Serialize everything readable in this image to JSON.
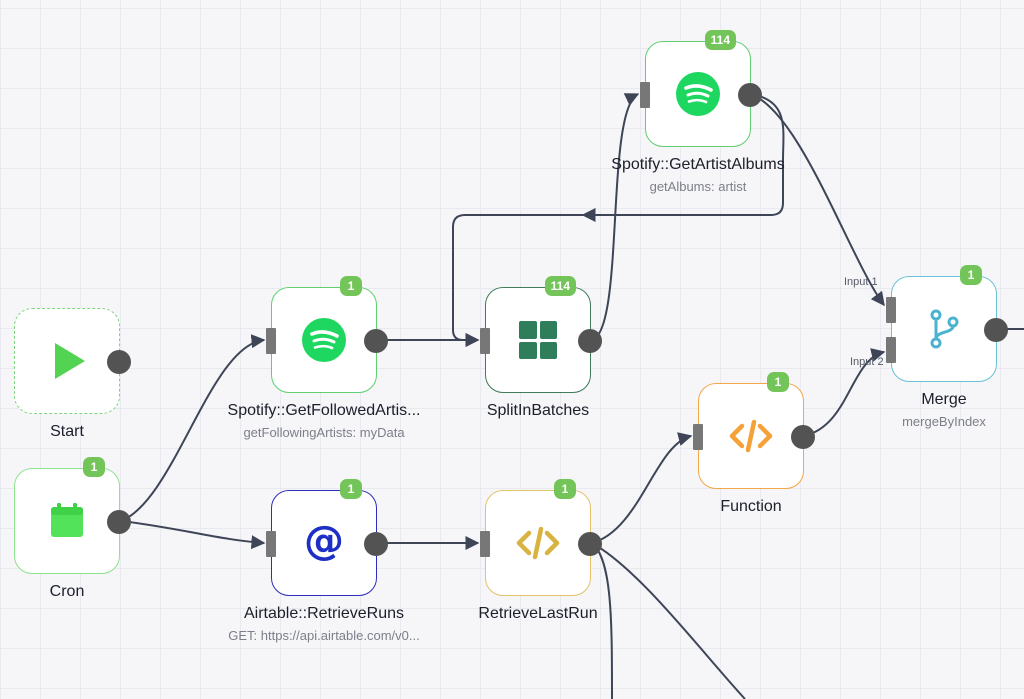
{
  "canvas": {
    "nodes": {
      "start": {
        "label": "Start",
        "icon": "play-icon"
      },
      "cron": {
        "label": "Cron",
        "icon": "calendar-icon",
        "badge": "1"
      },
      "get_followed": {
        "label": "Spotify::GetFollowedArtis...",
        "subtitle": "getFollowingArtists: myData",
        "icon": "spotify-icon",
        "badge": "1"
      },
      "airtable": {
        "label": "Airtable::RetrieveRuns",
        "subtitle": "GET: https://api.airtable.com/v0...",
        "icon": "at-sign-icon",
        "glyph": "@",
        "badge": "1"
      },
      "split": {
        "label": "SplitInBatches",
        "icon": "grid-icon",
        "badge": "114"
      },
      "last_run": {
        "label": "RetrieveLastRun",
        "icon": "code-icon",
        "badge": "1"
      },
      "albums": {
        "label": "Spotify::GetArtistAlbums",
        "subtitle": "getAlbums: artist",
        "icon": "spotify-icon",
        "badge": "114"
      },
      "function": {
        "label": "Function",
        "icon": "code-icon",
        "badge": "1"
      },
      "merge": {
        "label": "Merge",
        "subtitle": "mergeByIndex",
        "icon": "merge-branch-icon",
        "badge": "1",
        "input1": "Input 1",
        "input2": "Input 2"
      }
    },
    "colors": {
      "spotify": "#1ed760",
      "split": "#2f7d5a",
      "airtable": "#1d2fc4",
      "code_yellow": "#d9b340",
      "code_orange": "#f5a13a",
      "merge": "#4bb3d0",
      "cron": "#52e35a",
      "badge": "#73c559"
    }
  }
}
